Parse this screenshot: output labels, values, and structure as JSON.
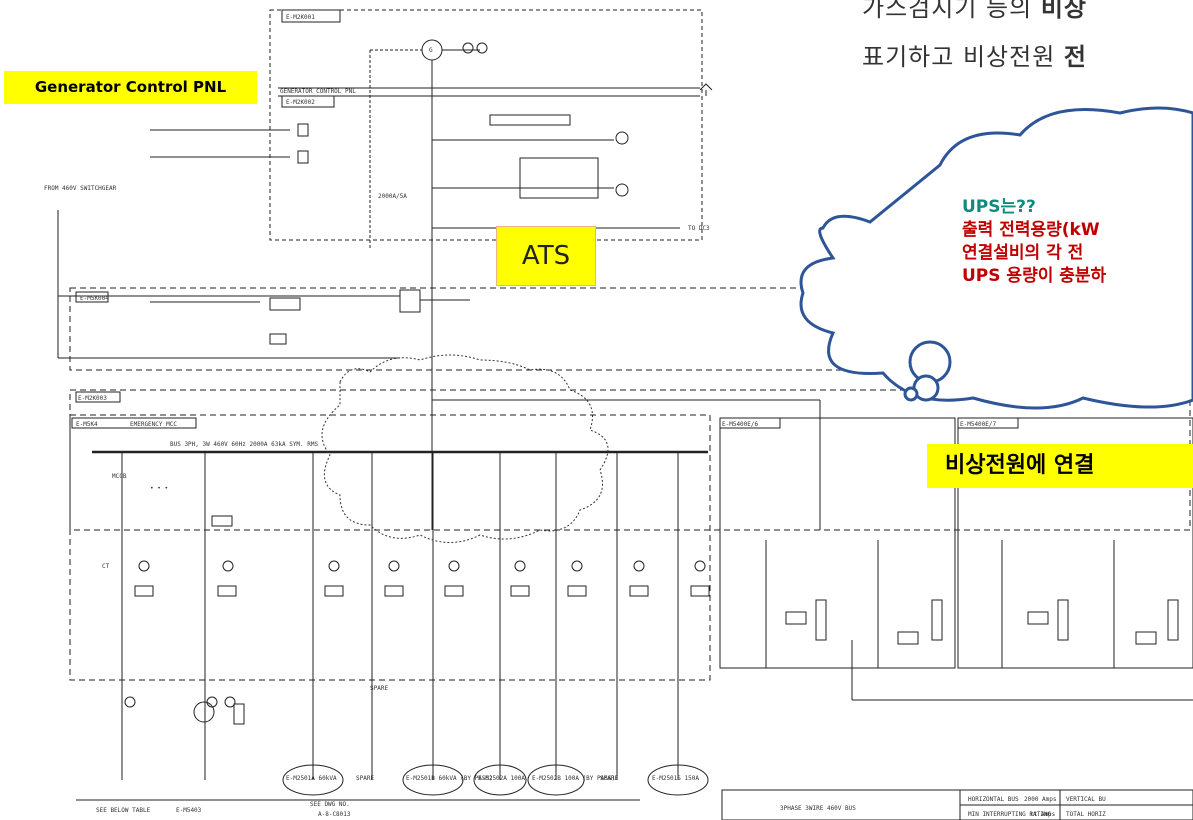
{
  "header": {
    "line1_prefix": "가스검지기 등의 ",
    "line1_bold": "비상",
    "line2_prefix": "표기하고 비상전원 ",
    "line2_bold": "전"
  },
  "labels": {
    "generator_panel": "Generator Control PNL",
    "ats": "ATS",
    "emergency_connect": "비상전원에 연결"
  },
  "cloud": {
    "line1": "UPS는??",
    "line2": "출력 전력용량(kW",
    "line3": "연결설비의 각 전",
    "line4": "UPS 용량이 충분하"
  },
  "colors": {
    "highlight": "#ffff00",
    "cloud_border": "#2e5597",
    "teal": "#138a7e",
    "red": "#c00000",
    "ats_border": "#f4b183"
  },
  "drawing": {
    "generator_box_tag": "E-M2K001",
    "control_tag": "E-M2K002",
    "control_panel": "GENERATOR CONTROL PNL",
    "generator_symbol": "G",
    "left_box_tag": "E-M5K004",
    "mid_box_tag": "E-M2K003",
    "mcc_tag": "E-M5K4",
    "mcc_name": "EMERGENCY MCC",
    "bus": "BUS 3PH, 3W 460V 60Hz 2000A 63kA SYM. RMS",
    "right_box_1": "E-M5400E/6",
    "right_box_2": "E-M5400E/7",
    "from_swgr": "FROM 460V SWITCHGEAR",
    "to_dc": "TO DC3",
    "breaker_rating": "2000A/5A",
    "mccb": "MCCB",
    "ct": "CT",
    "spare": "SPARE",
    "dots": "• • •",
    "feeders": [
      "E-M2501A 60kVA",
      "SPARE",
      "E-M2501B 60kVA (BY PASS)",
      "E-M2502A 100A",
      "E-M2502B 100A (BY PASS)",
      "SPARE",
      "E-M2501S 150A"
    ],
    "mcc_note": "SEE BELOW TABLE",
    "mcc_ref": "E-M5403",
    "dwg_note": "SEE DWG NO.",
    "dwg_no": "A-8-C8013",
    "table_title": "3PHASE 3WIRE 460V BUS",
    "table_h1": "HORIZONTAL BUS",
    "table_h2": "2000 Amps",
    "table_h3": "VERTICAL BU",
    "table_r1": "MIN INTERRUPTING RATING",
    "table_r1b": "rt Amps",
    "table_r1c": "TOTAL HORIZ"
  }
}
